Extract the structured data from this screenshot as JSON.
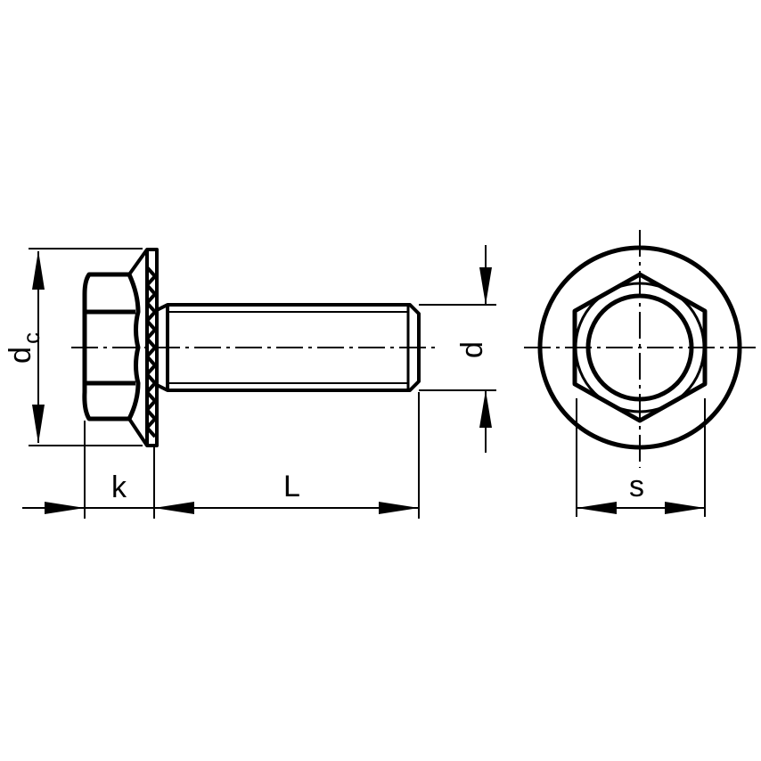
{
  "labels": {
    "flange_diameter": "d",
    "flange_diameter_subscript": "c",
    "head_height": "k",
    "length": "L",
    "thread_diameter": "d",
    "across_flats": "s"
  },
  "colors": {
    "line": "#000000",
    "background": "#ffffff"
  }
}
